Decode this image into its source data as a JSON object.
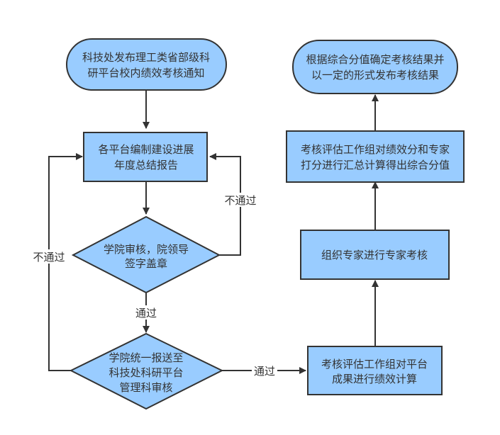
{
  "diagram": {
    "type": "flowchart",
    "colors": {
      "fill": "#99ccff",
      "stroke": "#333333",
      "text": "#333333",
      "background": "#ffffff"
    },
    "nodes": {
      "start": {
        "shape": "terminator",
        "lines": [
          "科技处发布理工类省部级科",
          "研平台校内绩效考核通知"
        ]
      },
      "summary": {
        "shape": "process",
        "lines": [
          "各平台编制建设进展",
          "年度总结报告"
        ]
      },
      "college_review": {
        "shape": "decision",
        "lines": [
          "学院审核，院领导",
          "签字盖章"
        ]
      },
      "submit_review": {
        "shape": "decision",
        "lines": [
          "学院统一报送至",
          "科技处科研平台",
          "管理科审核"
        ]
      },
      "perf_calc": {
        "shape": "process",
        "lines": [
          "考核评估工作组对平台",
          "成果进行绩效计算"
        ]
      },
      "expert_review": {
        "shape": "process",
        "lines": [
          "组织专家进行专家考核"
        ]
      },
      "aggregate": {
        "shape": "process",
        "lines": [
          "考核评估工作组对绩效分和专家",
          "打分进行汇总计算得出综合分值"
        ]
      },
      "end": {
        "shape": "terminator",
        "lines": [
          "根据综合分值确定考核结果并",
          "以一定的形式发布考核结果"
        ]
      }
    },
    "edges": {
      "start_to_summary": {
        "label": ""
      },
      "summary_to_college_review": {
        "label": ""
      },
      "college_review_fail": {
        "label": "不通过"
      },
      "college_review_pass": {
        "label": "通过"
      },
      "submit_review_fail": {
        "label": "不通过"
      },
      "submit_review_pass": {
        "label": "通过"
      },
      "perf_calc_to_expert_review": {
        "label": ""
      },
      "expert_review_to_aggregate": {
        "label": ""
      },
      "aggregate_to_end": {
        "label": ""
      }
    }
  }
}
